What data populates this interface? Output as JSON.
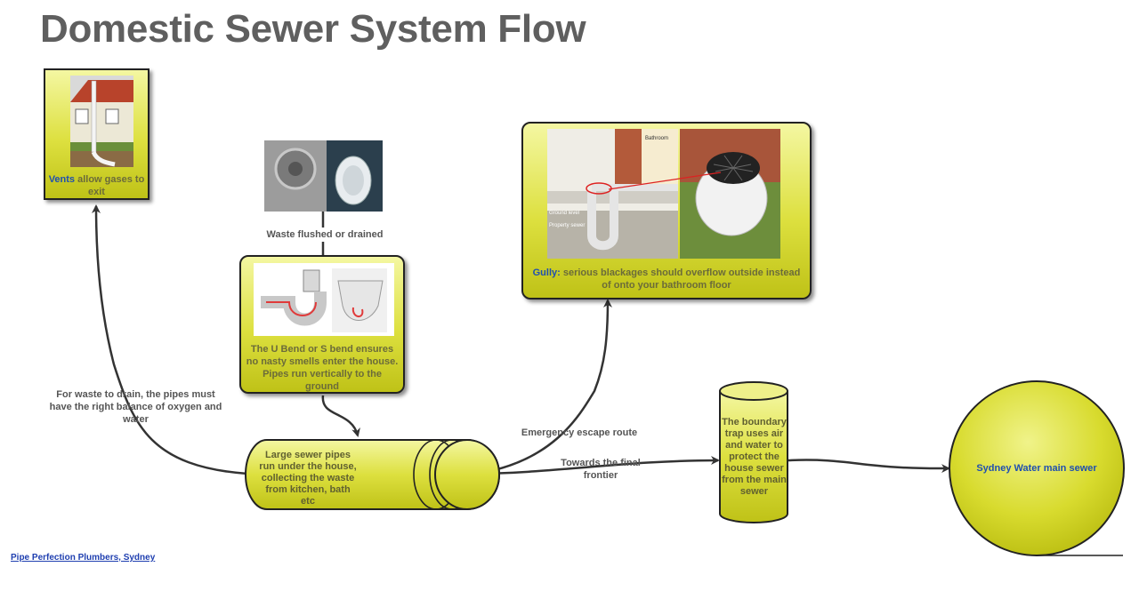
{
  "title": "Domestic Sewer System Flow",
  "vents": {
    "highlight": "Vents",
    "text": " allow gases to exit"
  },
  "waste_label": "Waste flushed or drained",
  "ubend_caption": "The U Bend or S bend ensures no nasty smells enter the house. Pipes run vertically to the ground",
  "gully": {
    "highlight": "Gully:",
    "text": " serious blackages should overflow outside instead of onto your bathroom floor"
  },
  "balance_label": "For waste to drain, the pipes must have the right balance of oxygen and water",
  "sewer_pipe_text": "Large sewer pipes run under the house, collecting the waste from kitchen, bath etc",
  "emergency_label": "Emergency escape route",
  "frontier_label": "Towards the final frontier",
  "boundary_text": "The boundary trap uses air and water to protect the house sewer from the main sewer",
  "main_sewer_text": "Sydney Water main sewer",
  "gully_photo_labels": {
    "room": "Bathroom",
    "ground": "Ground level",
    "sewer": "Property sewer"
  },
  "footer_link": "Pipe Perfection Plumbers, Sydney",
  "colors": {
    "panel_light": "#f4f7a2",
    "panel_dark": "#bfc217",
    "highlight": "#1f4fb0"
  }
}
